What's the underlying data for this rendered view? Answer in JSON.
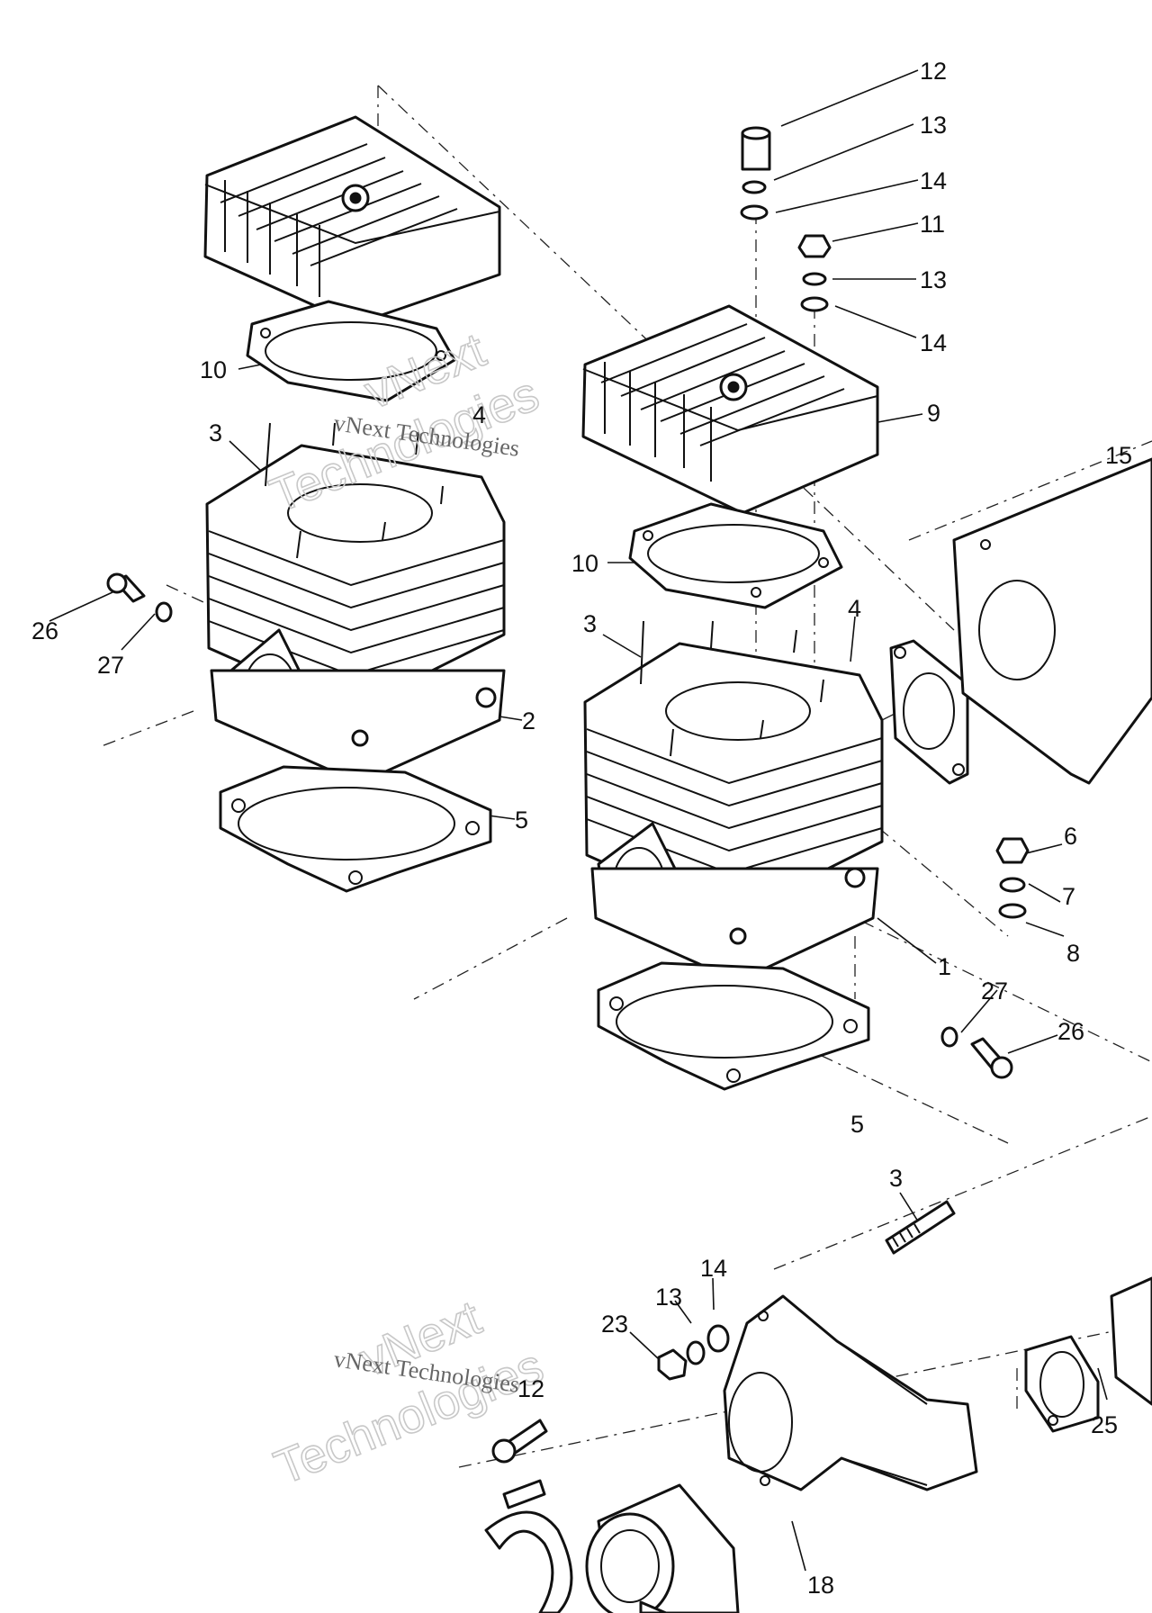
{
  "watermark": {
    "outline_line1": "vNext",
    "outline_line2": "Technologies",
    "serif": "vNext Technologies"
  },
  "callouts": [
    {
      "id": "12a",
      "text": "12"
    },
    {
      "id": "13a",
      "text": "13"
    },
    {
      "id": "14a",
      "text": "14"
    },
    {
      "id": "11",
      "text": "11"
    },
    {
      "id": "13b",
      "text": "13"
    },
    {
      "id": "14b",
      "text": "14"
    },
    {
      "id": "9",
      "text": "9"
    },
    {
      "id": "15",
      "text": "15"
    },
    {
      "id": "10a",
      "text": "10"
    },
    {
      "id": "4a",
      "text": "4"
    },
    {
      "id": "3a",
      "text": "3"
    },
    {
      "id": "10b",
      "text": "10"
    },
    {
      "id": "26a",
      "text": "26"
    },
    {
      "id": "27a",
      "text": "27"
    },
    {
      "id": "2",
      "text": "2"
    },
    {
      "id": "3b",
      "text": "3"
    },
    {
      "id": "4b",
      "text": "4"
    },
    {
      "id": "5a",
      "text": "5"
    },
    {
      "id": "6",
      "text": "6"
    },
    {
      "id": "7",
      "text": "7"
    },
    {
      "id": "8",
      "text": "8"
    },
    {
      "id": "1",
      "text": "1"
    },
    {
      "id": "27b",
      "text": "27"
    },
    {
      "id": "26b",
      "text": "26"
    },
    {
      "id": "5b",
      "text": "5"
    },
    {
      "id": "3c",
      "text": "3"
    },
    {
      "id": "14c",
      "text": "14"
    },
    {
      "id": "13c",
      "text": "13"
    },
    {
      "id": "23",
      "text": "23"
    },
    {
      "id": "12b",
      "text": "12"
    },
    {
      "id": "25",
      "text": "25"
    },
    {
      "id": "18",
      "text": "18"
    }
  ]
}
